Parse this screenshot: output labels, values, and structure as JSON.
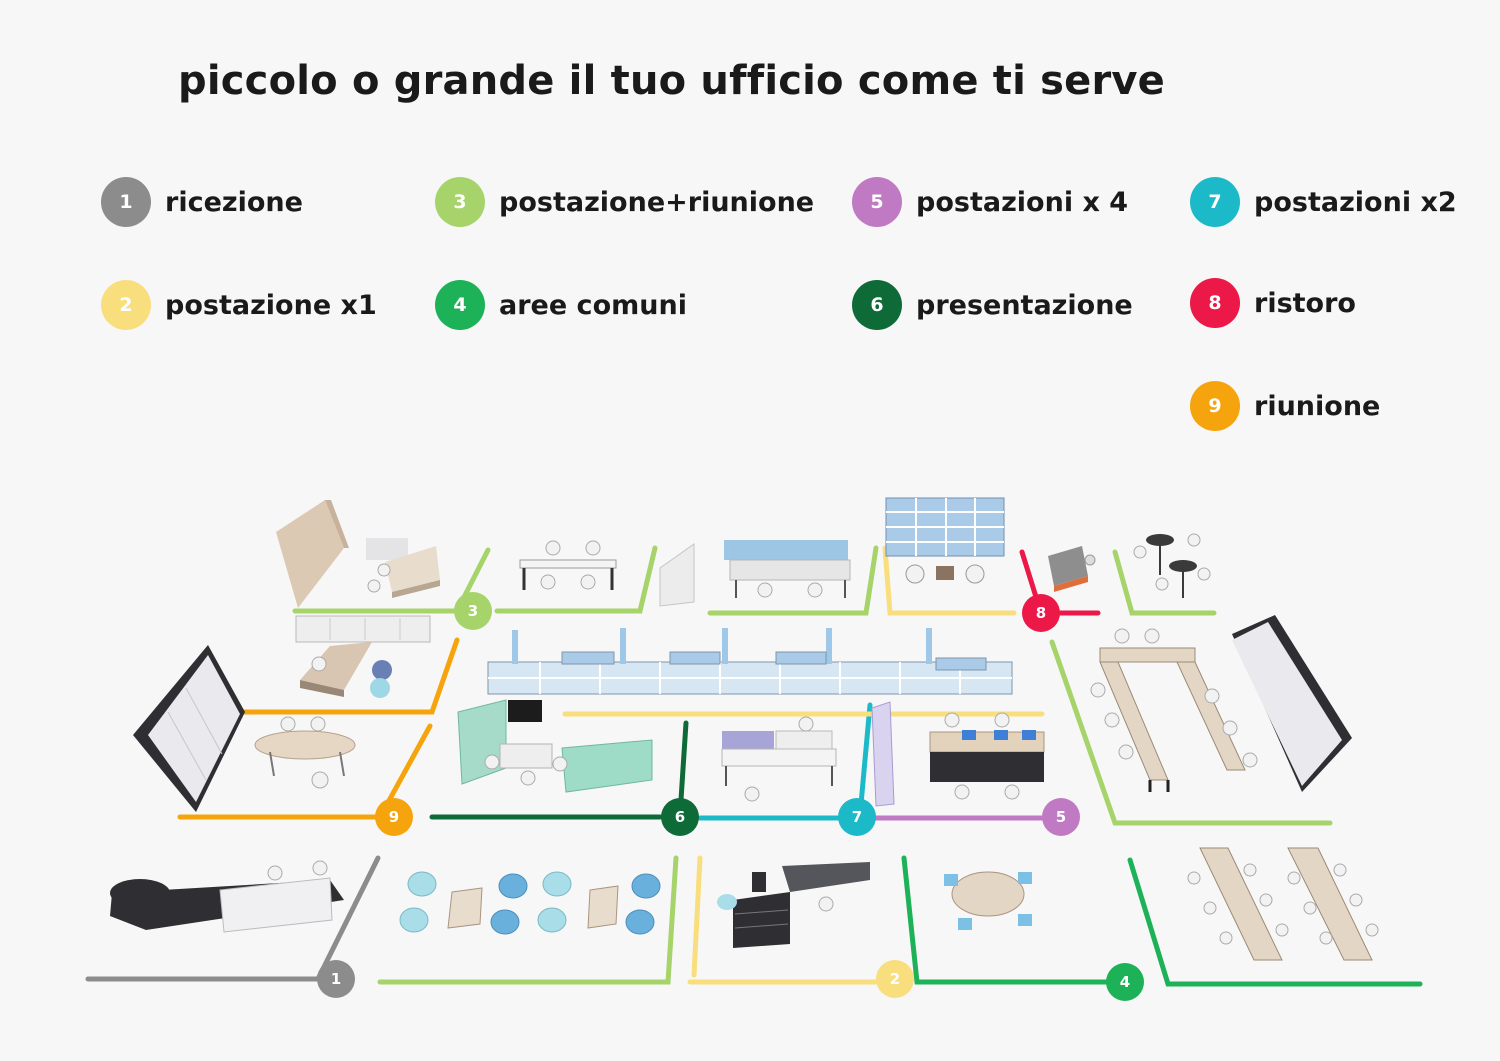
{
  "title": "piccolo o grande il tuo ufficio come ti serve",
  "legend": [
    {
      "number": "1",
      "label": "ricezione",
      "color": "#8c8c8c"
    },
    {
      "number": "2",
      "label": "postazione x1",
      "color": "#f9de7e"
    },
    {
      "number": "3",
      "label": "postazione+riunione",
      "color": "#a6d36a"
    },
    {
      "number": "4",
      "label": "aree comuni",
      "color": "#1db257"
    },
    {
      "number": "5",
      "label": "postazioni x 4",
      "color": "#c07ac4"
    },
    {
      "number": "6",
      "label": "presentazione",
      "color": "#0e6b38"
    },
    {
      "number": "7",
      "label": "postazioni x2",
      "color": "#1cb9c9"
    },
    {
      "number": "8",
      "label": "ristoro",
      "color": "#ec1848"
    },
    {
      "number": "9",
      "label": "riunione",
      "color": "#f6a40e"
    }
  ]
}
